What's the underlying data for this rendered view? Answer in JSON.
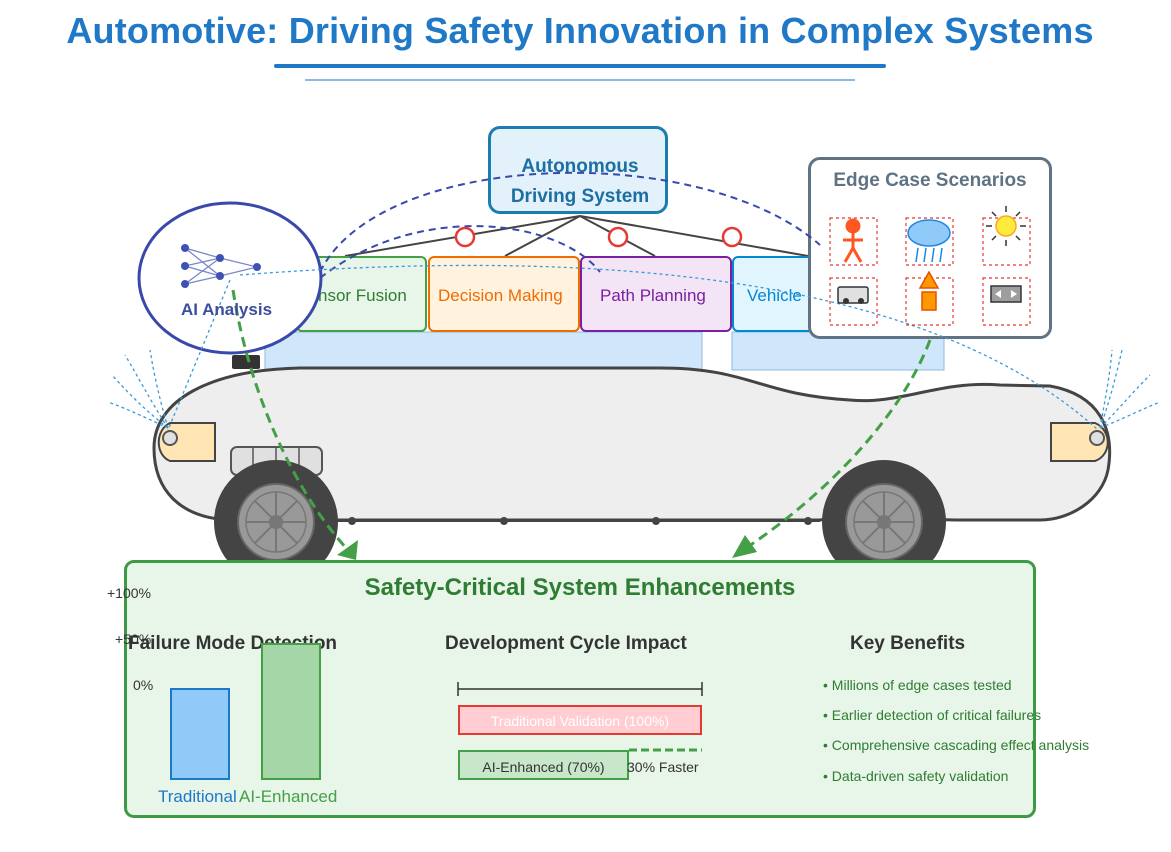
{
  "title": "Automotive: Driving Safety Innovation in Complex Systems",
  "system": {
    "title_line1": "Autonomous",
    "title_line2": "Driving System",
    "modules": [
      "nsor Fusion",
      "Decision Making",
      "Path Planning",
      "Vehicle"
    ]
  },
  "ai_analysis": "AI Analysis",
  "edge_cases": {
    "title": "Edge Case Scenarios",
    "icons": [
      "pedestrian-icon",
      "rain-cloud-icon",
      "sun-glare-icon",
      "vehicle-icon",
      "obstacle-arrow-icon",
      "road-sign-icon"
    ]
  },
  "panel": {
    "title": "Safety-Critical System Enhancements",
    "failure": {
      "title": "Failure Mode Detection",
      "ticks": [
        "+100%",
        "+50%",
        "0%"
      ],
      "bars": [
        {
          "label": "Traditional",
          "value": 0
        },
        {
          "label": "AI-Enhanced",
          "value": 50
        }
      ]
    },
    "dev": {
      "title": "Development Cycle Impact",
      "traditional": "Traditional Validation (100%)",
      "ai": "AI-Enhanced (70%)",
      "faster": "30% Faster"
    },
    "benefits": {
      "title": "Key Benefits",
      "items": [
        "• Millions of edge cases tested",
        "• Earlier detection of critical failures",
        "• Comprehensive cascading effect analysis",
        "• Data-driven safety validation"
      ]
    }
  },
  "colors": {
    "title": "#2079c7",
    "panel_border": "#3f9a45",
    "sensor_fusion": "#43a047",
    "decision_making": "#ef6c00",
    "path_planning": "#7b1fa2",
    "vehicle": "#0288d1",
    "ai_circle": "#3949ab",
    "edge_border": "#5f7384"
  }
}
